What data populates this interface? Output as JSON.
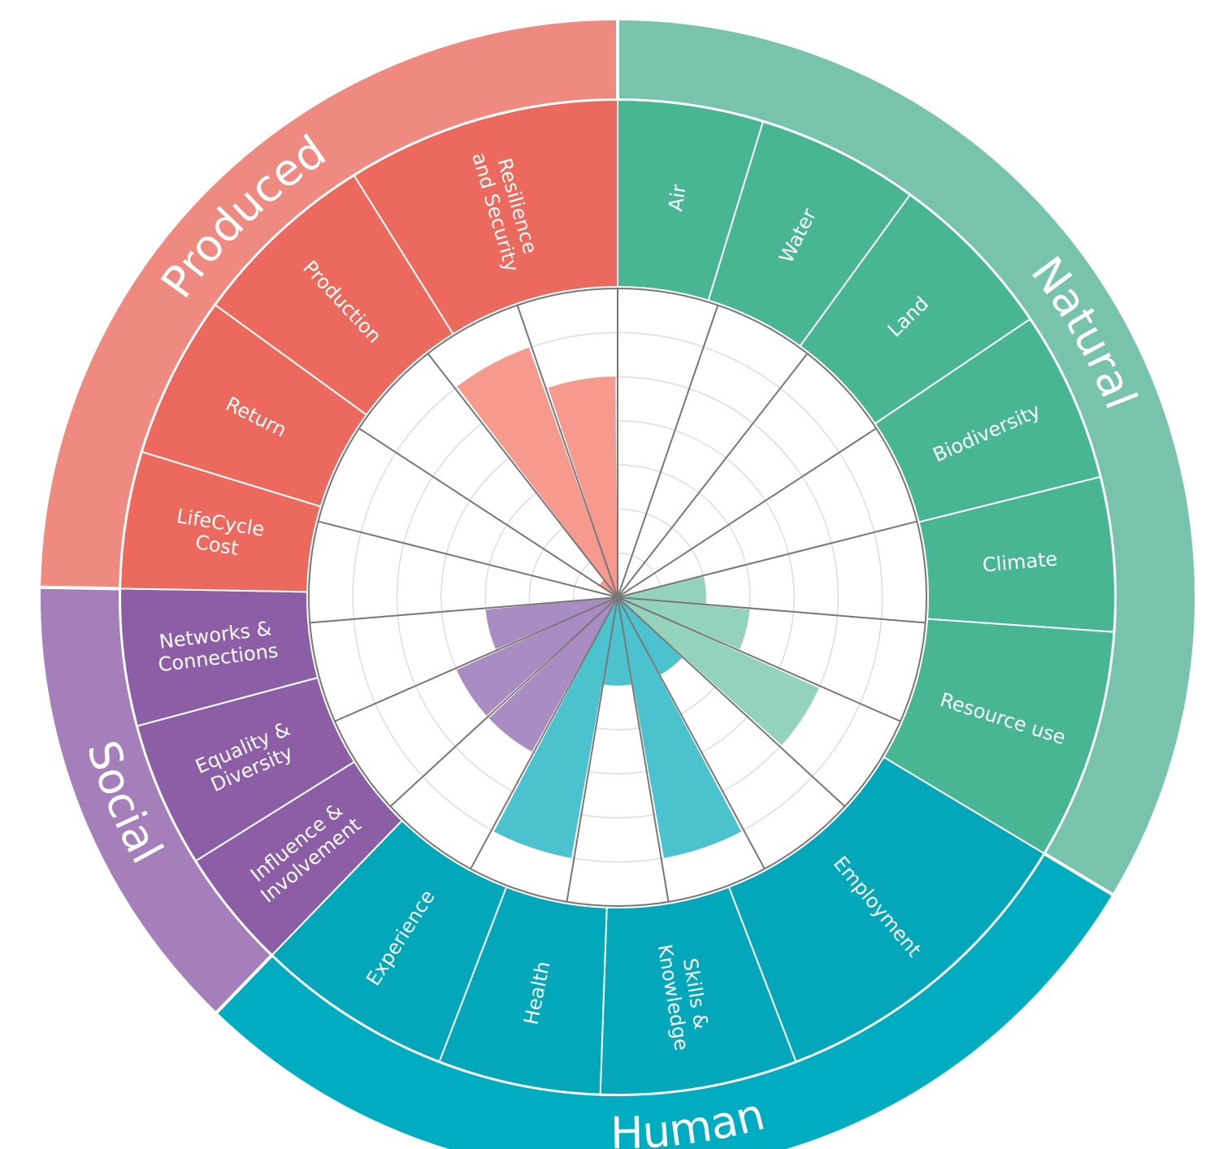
{
  "chart_data": {
    "type": "radial-bar",
    "title": "",
    "rlim": [
      0,
      7
    ],
    "grid": true,
    "capitals": [
      {
        "name": "Natural",
        "color": "#77C3AB",
        "inner_color": "#48B693",
        "bar_color": "#93D3BC"
      },
      {
        "name": "Human",
        "color": "#00ADC0",
        "inner_color": "#02A8BA",
        "bar_color": "#4BC3CF"
      },
      {
        "name": "Social",
        "color": "#A47FBA",
        "inner_color": "#8C5EA6",
        "bar_color": "#A88CC2"
      },
      {
        "name": "Produced",
        "color": "#EE8A80",
        "inner_color": "#EB6A5D",
        "bar_color": "#F79A8E"
      }
    ],
    "segments": [
      {
        "label": "Air",
        "capital": "Natural",
        "value": 0
      },
      {
        "label": "Water",
        "capital": "Natural",
        "value": 0
      },
      {
        "label": "Land",
        "capital": "Natural",
        "value": 0
      },
      {
        "label": "Biodiversity",
        "capital": "Natural",
        "value": 0
      },
      {
        "label": "Climate",
        "capital": "Natural",
        "value": 2
      },
      {
        "label": "Resource use",
        "capital": "Natural",
        "value": 3
      },
      {
        "label": "Employment",
        "capital": "Natural",
        "value": 5
      },
      {
        "label": "Skills & Knowledge",
        "capital": "Human",
        "value": 2
      },
      {
        "label": "Health",
        "capital": "Human",
        "value": 6
      },
      {
        "label": "Experience",
        "capital": "Human",
        "value": 2
      },
      {
        "label": "Influence & Involvement",
        "capital": "Human",
        "value": 6
      },
      {
        "label": "Equality & Diversity",
        "capital": "Social",
        "value": 4
      },
      {
        "label": "Networks & Connections",
        "capital": "Social",
        "value": 4
      },
      {
        "label": "LifeCycle Cost",
        "capital": "Social",
        "value": 3
      },
      {
        "label": "Return",
        "capital": "Produced",
        "value": 0
      },
      {
        "label": "Production",
        "capital": "Produced",
        "value": 0
      },
      {
        "label": "Resilience and Security",
        "capital": "Produced",
        "value": 0.5
      },
      {
        "label": "",
        "capital": "Produced",
        "value": 6
      },
      {
        "label": "",
        "capital": "Produced",
        "value": 5
      }
    ],
    "outer_ring": {
      "labels": [
        {
          "name": "Air",
          "lines": [
            "Air"
          ]
        },
        {
          "name": "Water",
          "lines": [
            "Water"
          ]
        },
        {
          "name": "Land",
          "lines": [
            "Land"
          ]
        },
        {
          "name": "Biodiversity",
          "lines": [
            "Biodiversity"
          ]
        },
        {
          "name": "Climate",
          "lines": [
            "Climate"
          ]
        },
        {
          "name": "Resource use",
          "lines": [
            "Resource use"
          ]
        },
        {
          "name": "Employment",
          "lines": [
            "Employment"
          ]
        },
        {
          "name": "Skills & Knowledge",
          "lines": [
            "Skills &",
            "Knowledge"
          ]
        },
        {
          "name": "Health",
          "lines": [
            "Health"
          ]
        },
        {
          "name": "Experience",
          "lines": [
            "Experience"
          ]
        },
        {
          "name": "Influence & Involvement",
          "lines": [
            "Influence &",
            "Involvement"
          ]
        },
        {
          "name": "Equality & Diversity",
          "lines": [
            "Equality &",
            "Diversity"
          ]
        },
        {
          "name": "Networks & Connections",
          "lines": [
            "Networks &",
            "Connections"
          ]
        },
        {
          "name": "LifeCycle Cost",
          "lines": [
            "LifeCycle",
            "Cost"
          ]
        },
        {
          "name": "Return",
          "lines": [
            "Return"
          ]
        },
        {
          "name": "Production",
          "lines": [
            "Production"
          ]
        },
        {
          "name": "Resilience and Security",
          "lines": [
            "Resilience",
            "and Security"
          ]
        }
      ]
    }
  }
}
